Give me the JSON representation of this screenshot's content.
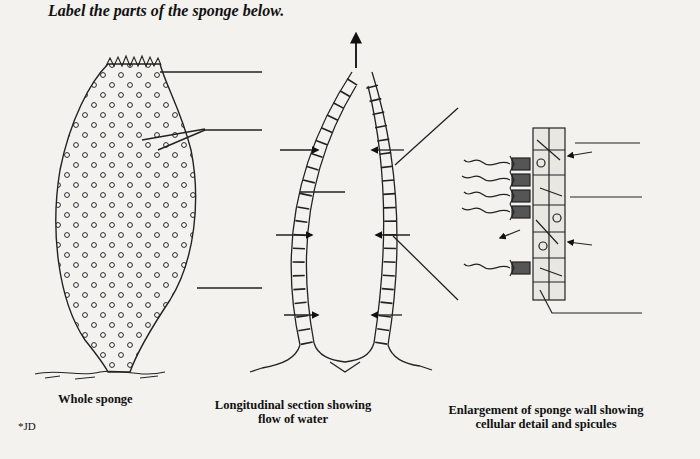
{
  "diagram": {
    "title": "Label the parts of the sponge below.",
    "labels": [
      "Whole sponge",
      "Longitudinal section showing flow of water",
      "Enlargement of sponge wall showing cellular detail and spicules",
      "*JD"
    ]
  }
}
